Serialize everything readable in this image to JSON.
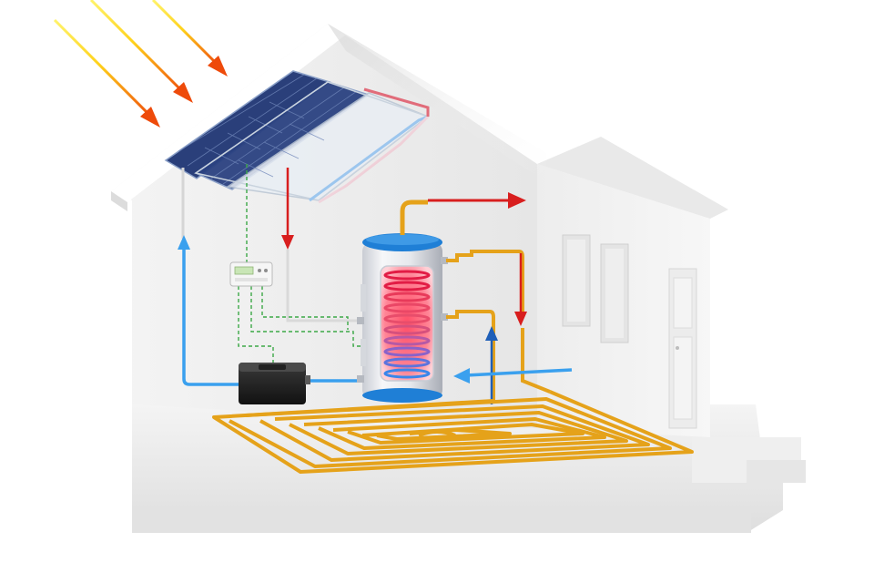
{
  "diagram": {
    "subject": "solar-thermal-heating-system",
    "labels": [],
    "components": [
      {
        "id": "sun-rays",
        "icon": "sun-rays-icon",
        "count": 3
      },
      {
        "id": "solar-collector",
        "icon": "solar-panel-icon",
        "panels": 3
      },
      {
        "id": "controller",
        "icon": "thermostat-controller-icon"
      },
      {
        "id": "pump-station",
        "icon": "pump-icon"
      },
      {
        "id": "storage-tank",
        "icon": "water-tank-icon"
      },
      {
        "id": "floor-heating-coil",
        "icon": "underfloor-heating-icon"
      },
      {
        "id": "hot-water-outlet",
        "icon": "hot-water-arrow-icon"
      },
      {
        "id": "cold-water-inlet",
        "icon": "cold-water-arrow-icon"
      }
    ],
    "colors": {
      "hot_pipe": "#d81e1e",
      "cold_pipe": "#3aa0ee",
      "return_blue": "#1f5fb8",
      "floor_pipe": "#e5a21a",
      "sun_ray_start": "#ffe600",
      "sun_ray_end": "#ee4a0a",
      "panel_cell": "#2a3f7a",
      "tank_cap": "#1f7fd6",
      "wall": "#f2f2f2"
    }
  }
}
